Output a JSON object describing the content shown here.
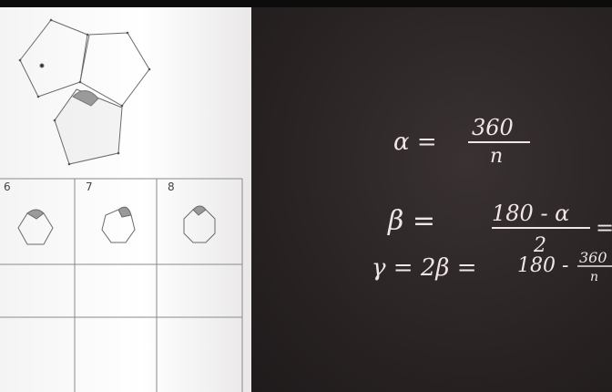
{
  "worksheet": {
    "cells": [
      {
        "number": "6",
        "polygon_sides": 6
      },
      {
        "number": "7",
        "polygon_sides": 7
      },
      {
        "number": "8",
        "polygon_sides": 8
      }
    ]
  },
  "board": {
    "eq1_lhs": "α =",
    "eq1_num": "360",
    "eq1_den": "n",
    "eq2_lhs": "β =",
    "eq2_num": "180 - α",
    "eq2_den": "2",
    "eq2_tail": "=",
    "eq3_lhs": "γ = 2β =",
    "eq3_rhs": "180 - ",
    "eq3_frac_num": "360",
    "eq3_frac_den": "n"
  },
  "colors": {
    "chalk": "#f0e6e6",
    "board": "#2a2424",
    "paper": "#ffffff",
    "pencil": "#6a6a6a"
  }
}
